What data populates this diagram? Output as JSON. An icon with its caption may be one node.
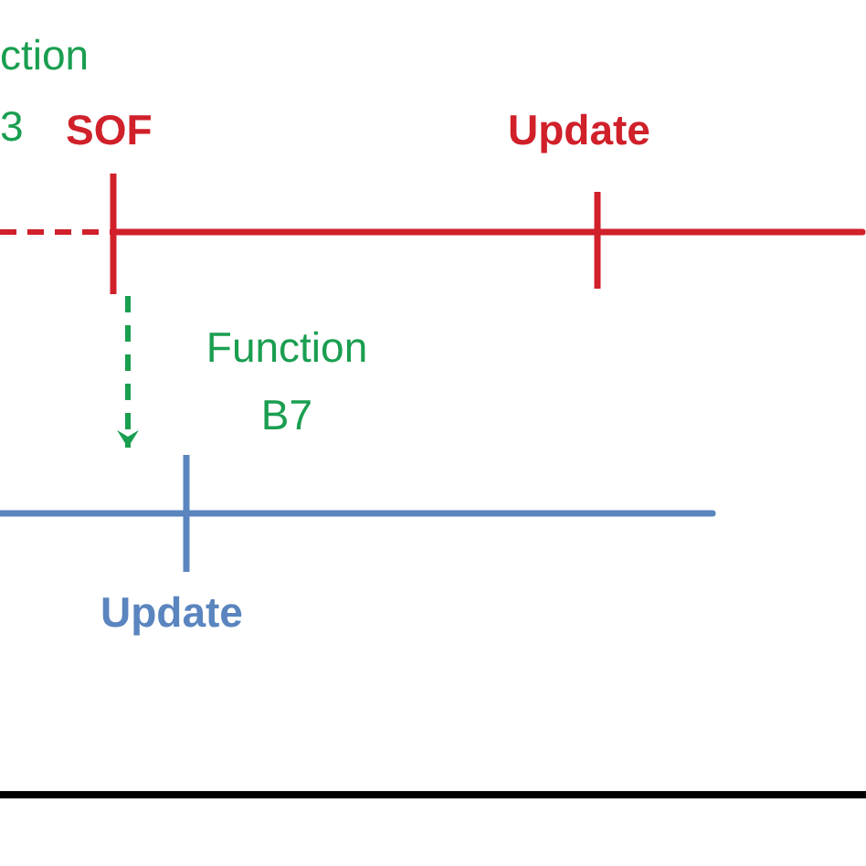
{
  "diagram": {
    "nodes": [
      {
        "text": [],
        "shape": "bar",
        "beside": [
          "SOF",
          "Update"
        ]
      },
      {
        "text": [],
        "shape": "bar",
        "beside": [
          "Update"
        ]
      }
    ],
    "edges": [
      {
        "from": 0,
        "to": 1,
        "arrow": "to",
        "style": "dashed",
        "label": "Function B7"
      }
    ],
    "labels": [
      "ction",
      "3"
    ]
  }
}
